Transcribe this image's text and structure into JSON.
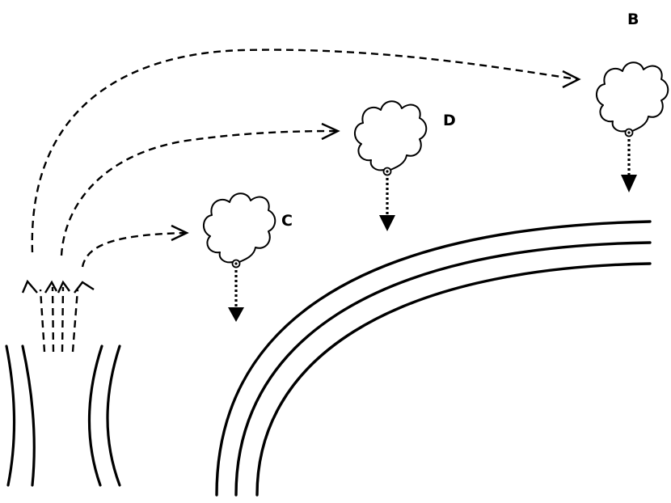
{
  "labels": {
    "b": "B",
    "c": "C",
    "d": "D"
  }
}
